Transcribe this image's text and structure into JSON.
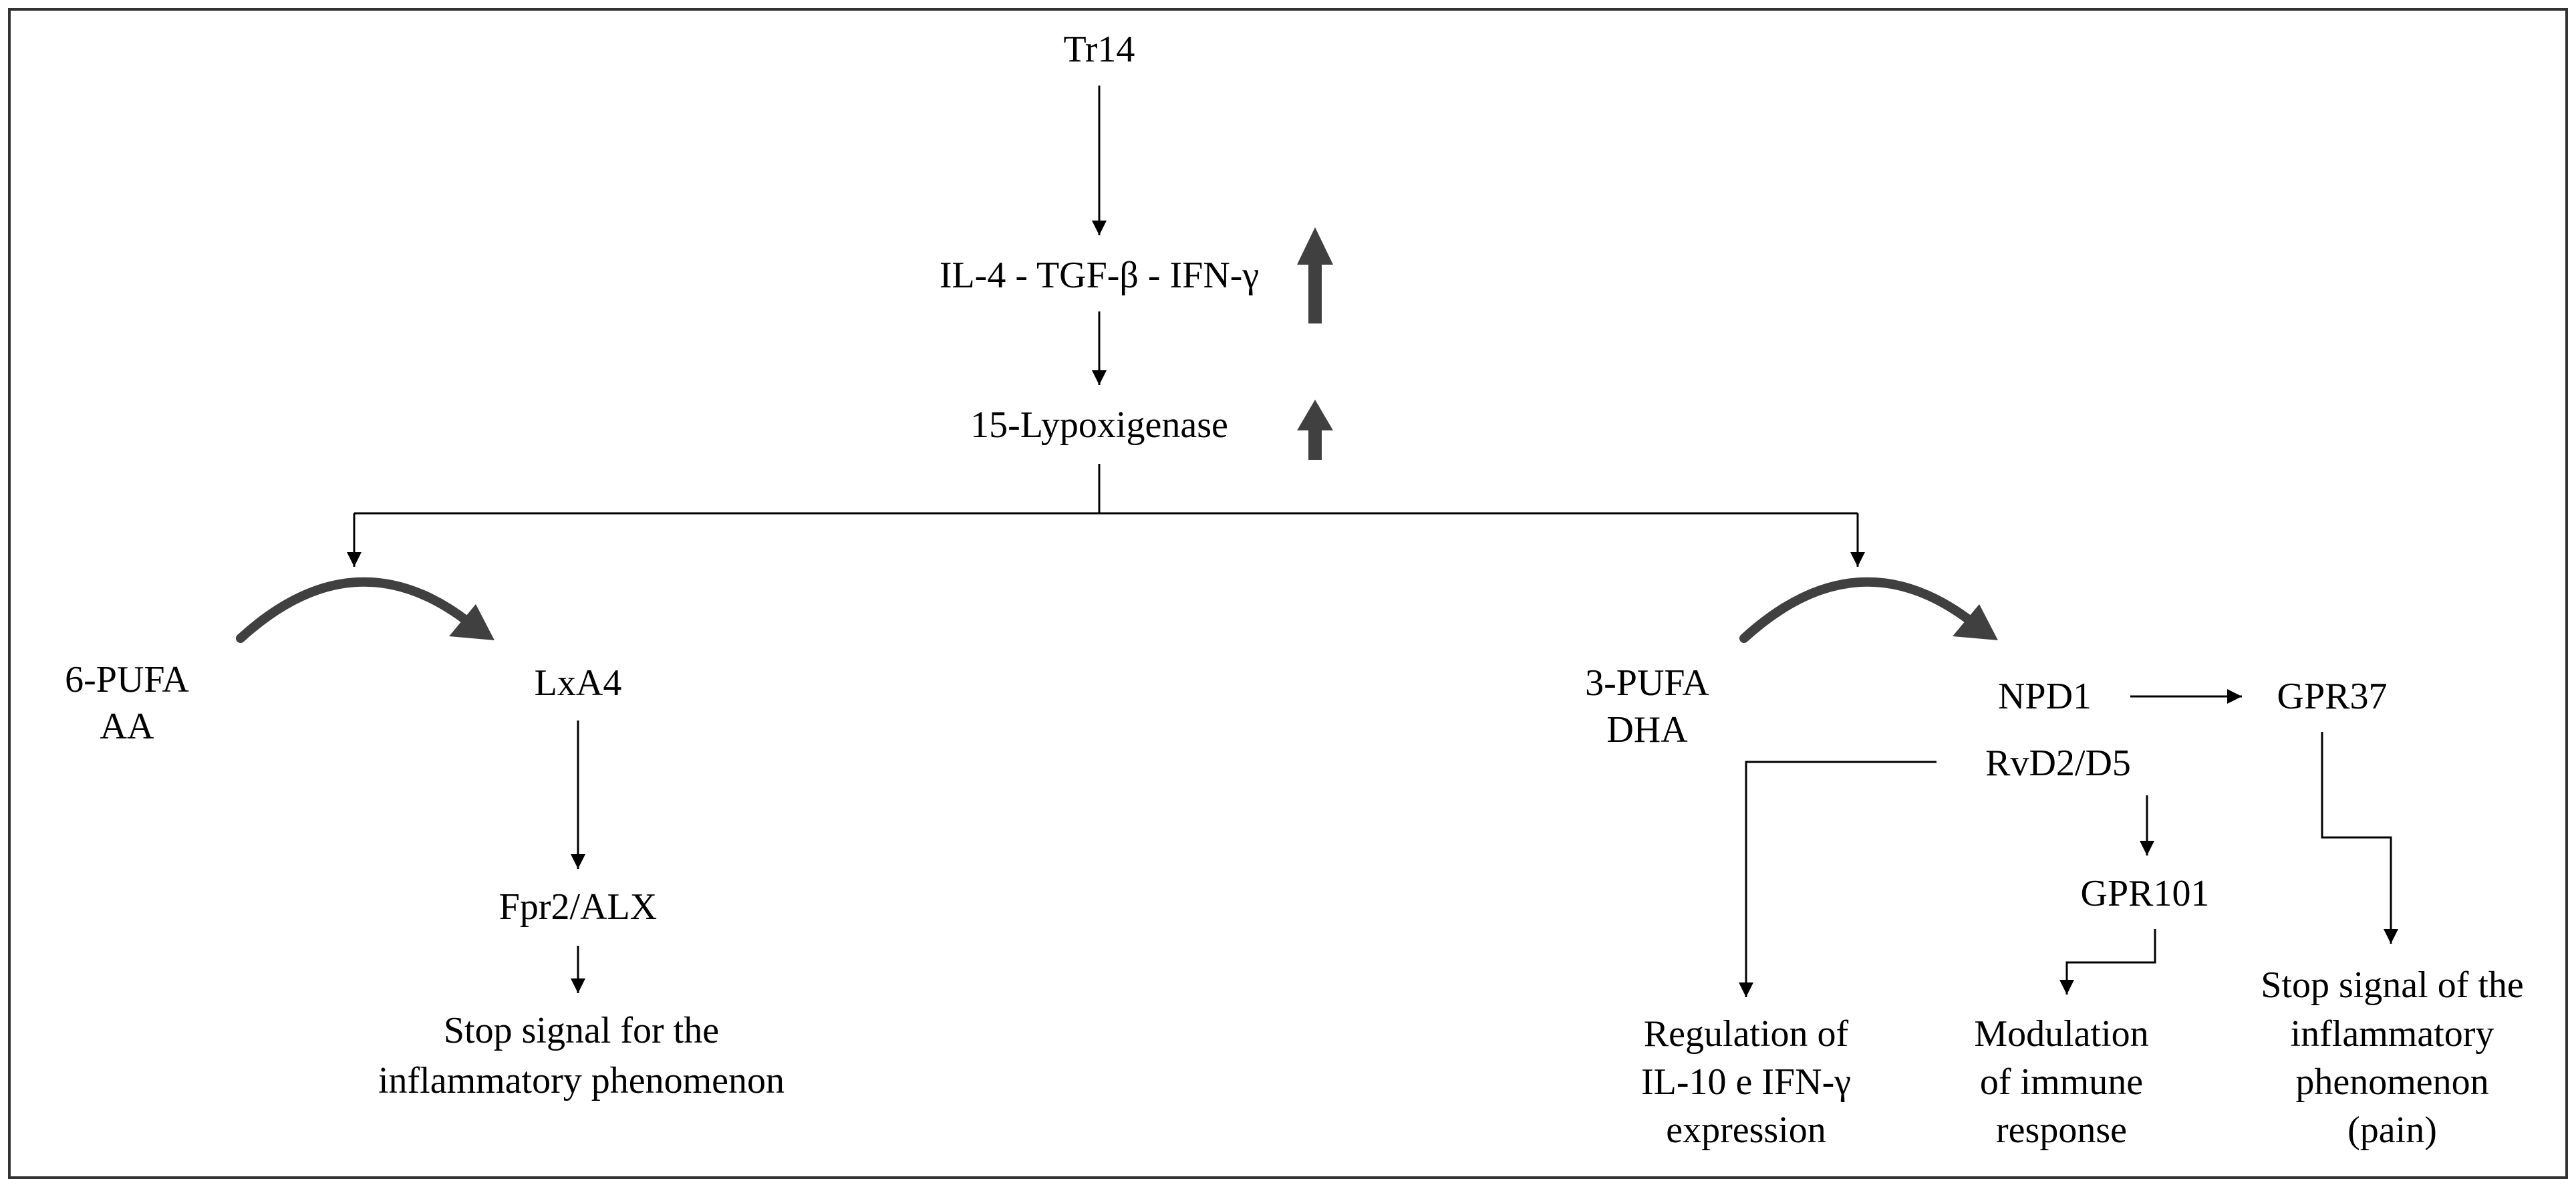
{
  "nodes": {
    "tr14": "Tr14",
    "cytokines": "IL-4 - TGF-β - IFN-γ",
    "lox": "15-Lypoxigenase",
    "pufa6_line1": "6-PUFA",
    "pufa6_line2": "AA",
    "lxa4": "LxA4",
    "fpr2": "Fpr2/ALX",
    "stop_left_line1": "Stop signal for the",
    "stop_left_line2": "inflammatory phenomenon",
    "pufa3_line1": "3-PUFA",
    "pufa3_line2": "DHA",
    "npd1": "NPD1",
    "gpr37": "GPR37",
    "rvd": "RvD2/D5",
    "gpr101": "GPR101",
    "regulation_line1": "Regulation of",
    "regulation_line2": "IL-10 e IFN-γ",
    "regulation_line3": "expression",
    "modulation_line1": "Modulation",
    "modulation_line2": "of immune",
    "modulation_line3": "response",
    "stop_right_line1": "Stop signal of the",
    "stop_right_line2": "inflammatory",
    "stop_right_line3": "phenomenon",
    "stop_right_line4": "(pain)"
  },
  "indicators": {
    "cytokines": "up-arrow-icon",
    "lox": "up-arrow-icon"
  },
  "colors": {
    "line": "#000000",
    "thick_arrow": "#404040",
    "frame": "#333333"
  }
}
